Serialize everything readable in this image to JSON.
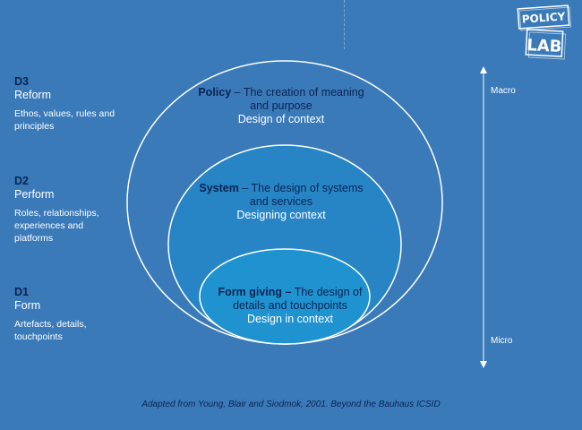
{
  "levels": [
    {
      "code": "D3",
      "name": "Reform",
      "desc": "Ethos, values, rules and principles"
    },
    {
      "code": "D2",
      "name": "Perform",
      "desc": "Roles, relationships, experiences and platforms"
    },
    {
      "code": "D1",
      "name": "Form",
      "desc": "Artefacts, details, touchpoints"
    }
  ],
  "circles": {
    "policy": {
      "lead": "Policy",
      "rest": " – The creation of meaning and purpose",
      "sub": "Design of context"
    },
    "system": {
      "lead": "System",
      "rest": " – The design of systems and services",
      "sub": "Designing context"
    },
    "form": {
      "lead": "Form giving –",
      "rest": " The design of details and touchpoints",
      "sub": "Design in context"
    }
  },
  "scale": {
    "top": "Macro",
    "bottom": "Micro"
  },
  "footer": "Adapted from Young, Blair and Siodmok, 2001. Beyond the Bauhaus ICSID",
  "logo": {
    "line1": "POLICY",
    "line2": "LAB"
  },
  "colors": {
    "background": "#3a7ab9",
    "dark_text": "#0b2452",
    "middle_circle": "#2785c6",
    "inner_circle": "#1f93d0"
  }
}
